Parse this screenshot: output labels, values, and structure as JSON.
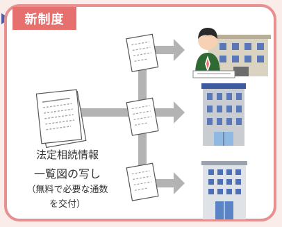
{
  "badge": {
    "label": "新制度"
  },
  "caption": {
    "line1": "法定相続情報",
    "line2": "一覧図の写し",
    "line3": "（無料で必要な通数",
    "line4": "を交付）"
  },
  "colors": {
    "accent": "#e5706d",
    "border": "#e6908f",
    "arrow": "#b3b3b3",
    "pointer": "#4b5ea7"
  },
  "icons": {
    "source_document": "document-stack-icon",
    "copy_documents": "document-icon",
    "recipients": [
      "bank-clerk-building-icon",
      "office-building-icon",
      "government-building-icon"
    ]
  }
}
